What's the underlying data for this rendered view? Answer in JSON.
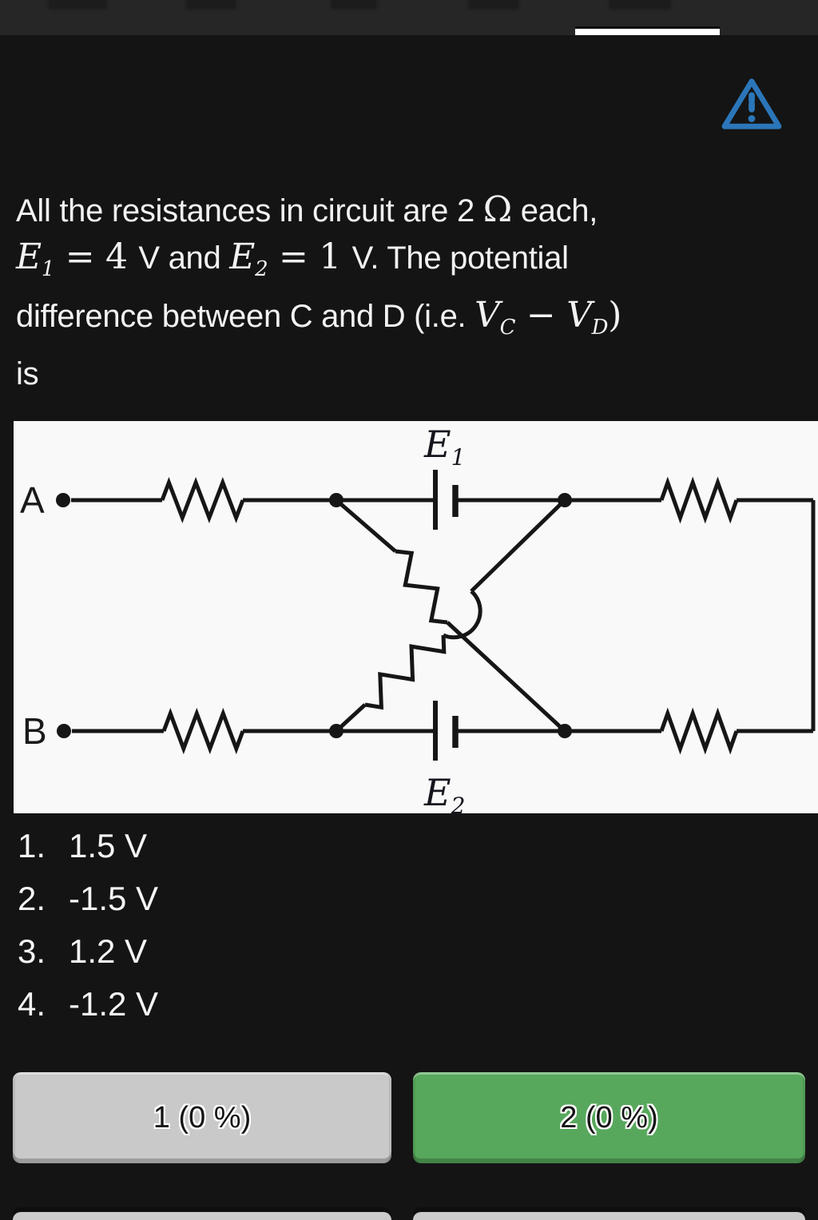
{
  "topbar": {
    "note": "tab labels cropped out of frame",
    "indicator_color": "#ffffff"
  },
  "alert": {
    "icon": "warning-triangle-icon",
    "color": "#2b76b9"
  },
  "question": {
    "l1": [
      {
        "t": "All the resistances in circuit are 2 ",
        "c": "qs"
      },
      {
        "t": "Ω",
        "c": "qm"
      },
      {
        "t": " each,",
        "c": "qs"
      }
    ],
    "l2": [
      {
        "t": "E",
        "c": "qi"
      },
      {
        "t": "1",
        "c": "qsub"
      },
      {
        "t": " = 4 ",
        "c": "qm"
      },
      {
        "t": "V and ",
        "c": "qs"
      },
      {
        "t": "E",
        "c": "qi"
      },
      {
        "t": "2",
        "c": "qsub"
      },
      {
        "t": " = 1 ",
        "c": "qm"
      },
      {
        "t": "V. The potential",
        "c": "qs"
      }
    ],
    "l3": [
      {
        "t": "difference between C and D (i.e. ",
        "c": "qs"
      },
      {
        "t": "V",
        "c": "qi"
      },
      {
        "t": "C",
        "c": "qsub"
      },
      {
        "t": " − ",
        "c": "qm"
      },
      {
        "t": "V",
        "c": "qi"
      },
      {
        "t": "D",
        "c": "qsub"
      },
      {
        "t": ")",
        "c": "qm"
      }
    ],
    "l4": [
      {
        "t": "is",
        "c": "qs"
      }
    ]
  },
  "circuit": {
    "node_a": "A",
    "node_b": "B",
    "e1_base": "E",
    "e1_sub": "1",
    "e2_base": "E",
    "e2_sub": "2",
    "colors": {
      "panel": "#f9f9f9",
      "line": "#161616"
    }
  },
  "options": [
    {
      "num": "1.",
      "text": "1.5 V"
    },
    {
      "num": "2.",
      "text": "-1.5 V"
    },
    {
      "num": "3.",
      "text": "1.2 V"
    },
    {
      "num": "4.",
      "text": "-1.2 V"
    }
  ],
  "stats": {
    "buttons": [
      {
        "label": "1 (0 %)",
        "bg": "#c9c9c9"
      },
      {
        "label": "2 (0 %)",
        "bg": "#57a85c"
      }
    ]
  }
}
